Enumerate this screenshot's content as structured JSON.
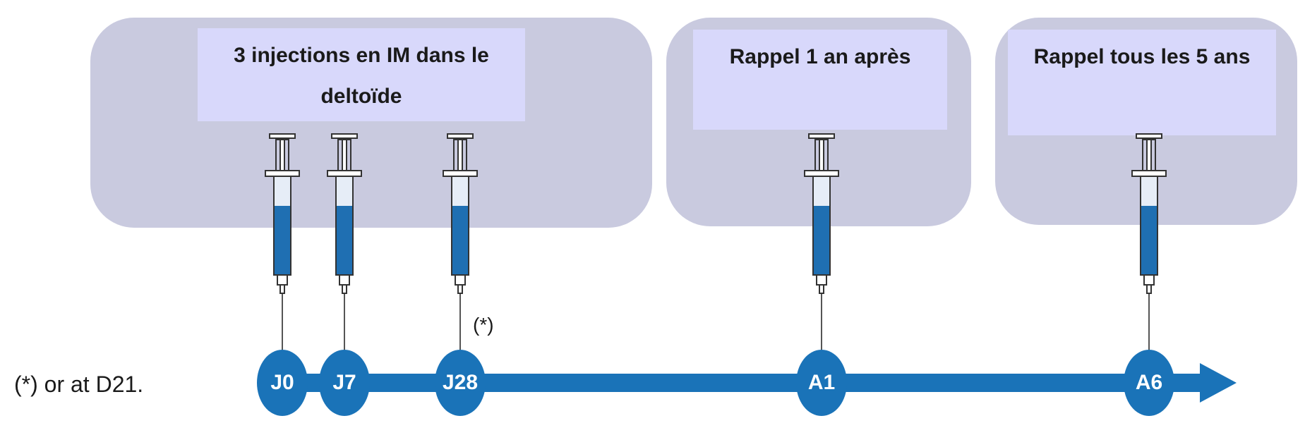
{
  "groups": {
    "primary_label": "3 injections en IM dans le deltoïde",
    "booster1_label": "Rappel 1 an après",
    "booster5_label": "Rappel tous les 5 ans"
  },
  "timeline": {
    "points": [
      "J0",
      "J7",
      "J28",
      "A1",
      "A6"
    ],
    "note_marker": "(*)"
  },
  "footnote": "(*) or at D21.",
  "colors": {
    "group_bg": "#c9cadf",
    "label_bg": "#d8d8fb",
    "timeline_blue": "#1a73b8",
    "syringe_fluid": "#1f6fb2"
  },
  "icons": [
    "syringe-icon"
  ]
}
